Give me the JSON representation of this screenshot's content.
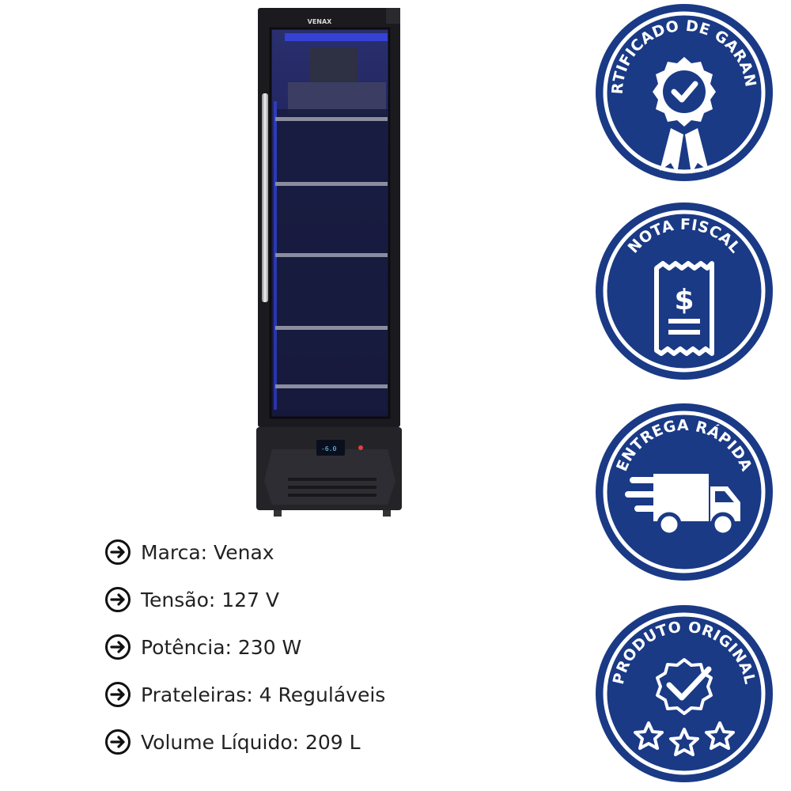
{
  "product": {
    "brand_label": "VENAX",
    "display_reading": "-6.0"
  },
  "specs": [
    {
      "text": "Marca: Venax"
    },
    {
      "text": "Tensão: 127 V"
    },
    {
      "text": "Potência: 230 W"
    },
    {
      "text": "Prateleiras: 4 Reguláveis"
    },
    {
      "text": "Volume Líquido: 209 L"
    }
  ],
  "badges": [
    {
      "title": "CERTIFICADO DE GARANTIA",
      "icon": "ribbon-check-icon"
    },
    {
      "title": "NOTA FISCAL",
      "icon": "receipt-dollar-icon"
    },
    {
      "title": "ENTREGA RÁPIDA",
      "icon": "delivery-truck-icon"
    },
    {
      "title": "PRODUTO ORIGINAL",
      "icon": "check-stars-icon"
    }
  ],
  "colors": {
    "badge_blue": "#1a3a86",
    "spec_text": "#222222",
    "fridge_body": "#1b1b1f",
    "fridge_glow": "#3a4cff"
  }
}
